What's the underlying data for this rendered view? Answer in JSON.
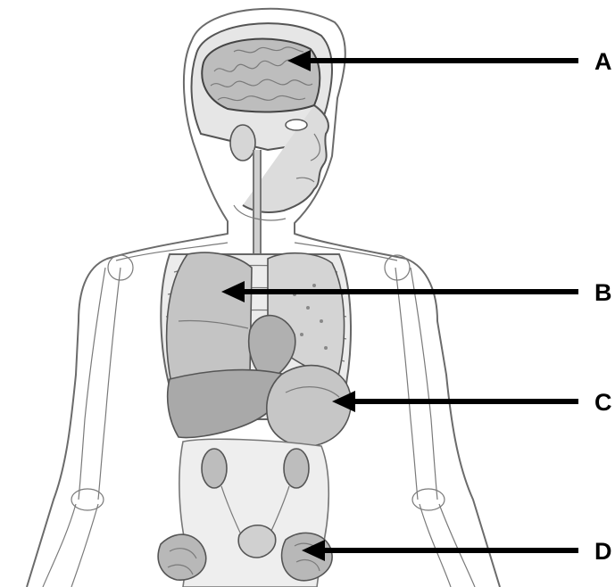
{
  "figure": {
    "callouts": [
      {
        "label": "A",
        "structure": "brain"
      },
      {
        "label": "B",
        "structure": "lung"
      },
      {
        "label": "C",
        "structure": "stomach"
      },
      {
        "label": "D",
        "structure": "intestine"
      }
    ]
  },
  "colors": {
    "background": "#ffffff",
    "arrow": "#000000",
    "line_art": "#6b6b6b",
    "organ_fill": "#c9c9c9"
  }
}
